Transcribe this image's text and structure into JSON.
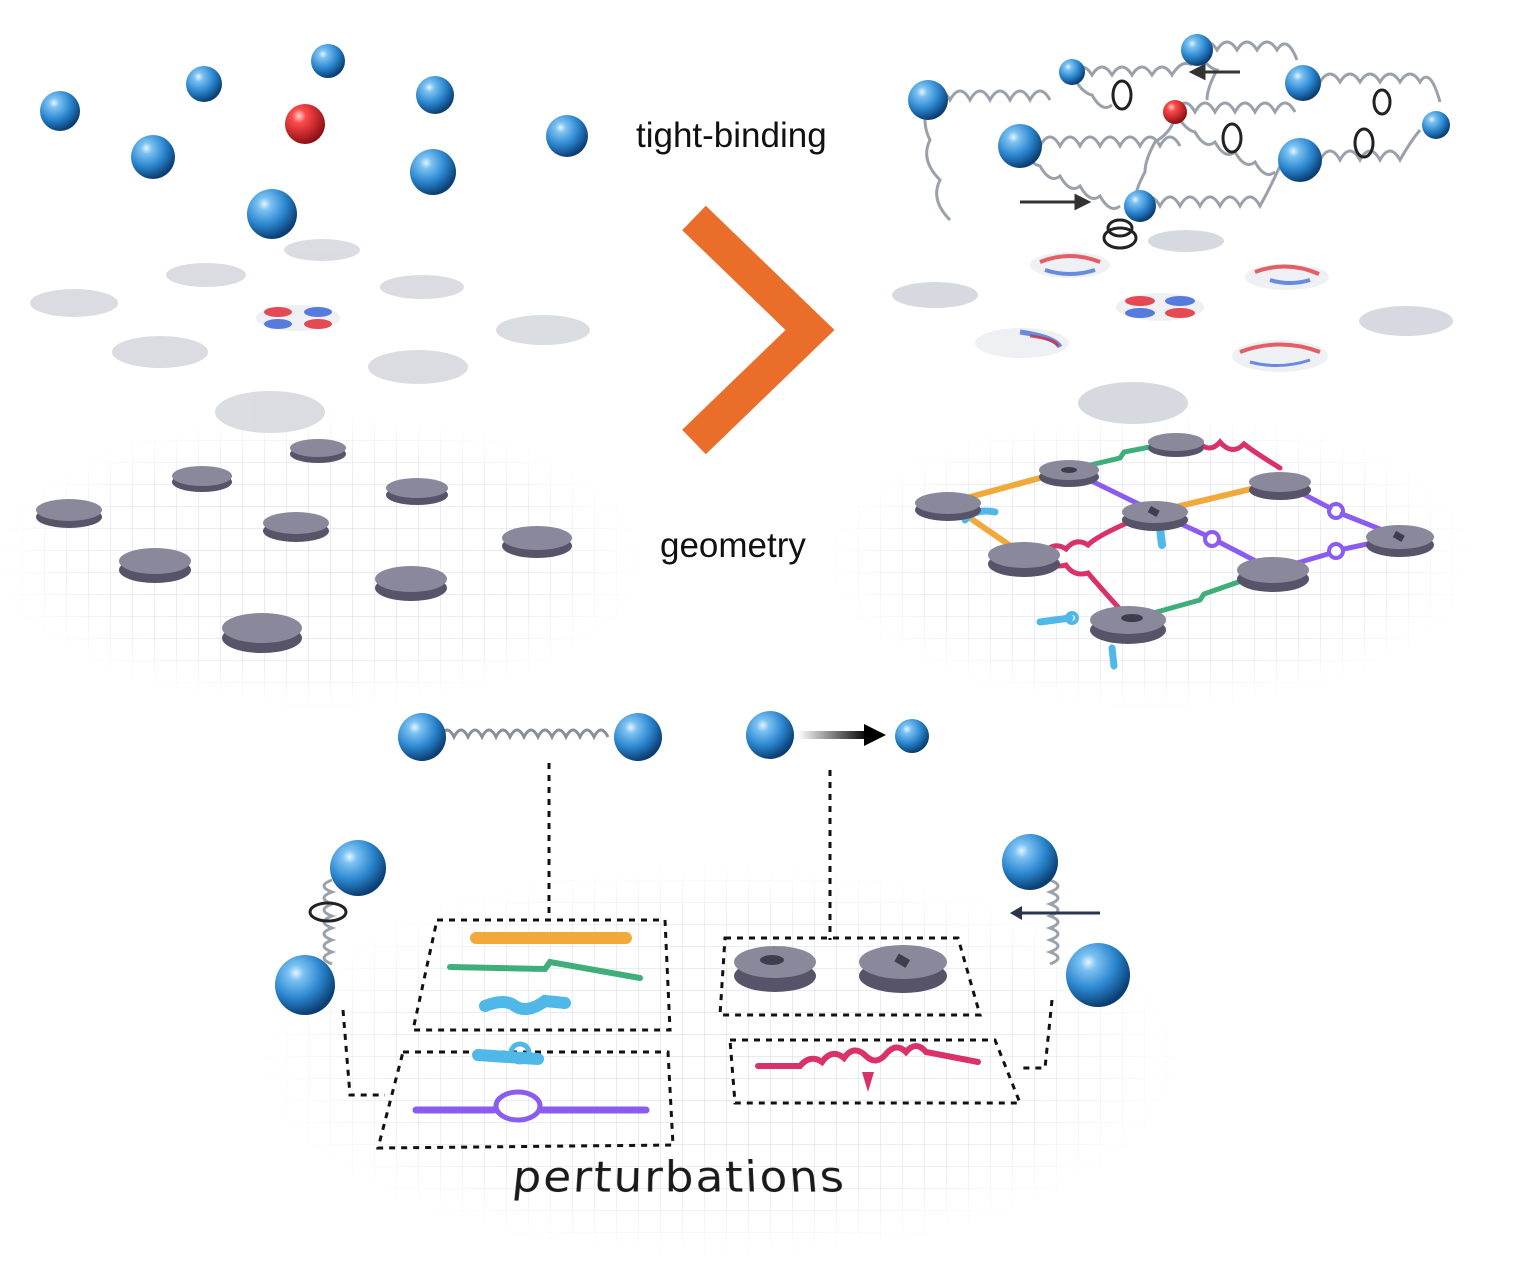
{
  "labels": {
    "tight_binding": "tight-binding",
    "geometry": "geometry",
    "perturbations": "perturbations"
  },
  "colors": {
    "sphere": "#2f8fd6",
    "sphere_dark": "#0d4f8a",
    "impurity": "#e0202a",
    "disk": "#6f6c80",
    "disk_top": "#8a889b",
    "orbital_shadow": "#d6d9df",
    "arrow": "#ea6d2a",
    "grid": "#d9dde4",
    "coupling_orange": "#f2a93b",
    "coupling_green": "#3fae7a",
    "coupling_cyan": "#4fb8e8",
    "coupling_purple": "#8b5cf0",
    "coupling_magenta": "#d9326a",
    "spring": "#9aa1aa"
  },
  "icons": [
    "sphere-atom",
    "spring-coupling",
    "arrow-onsite-shift",
    "disk-resonator",
    "ring-resonator",
    "square-hole-resonator"
  ]
}
